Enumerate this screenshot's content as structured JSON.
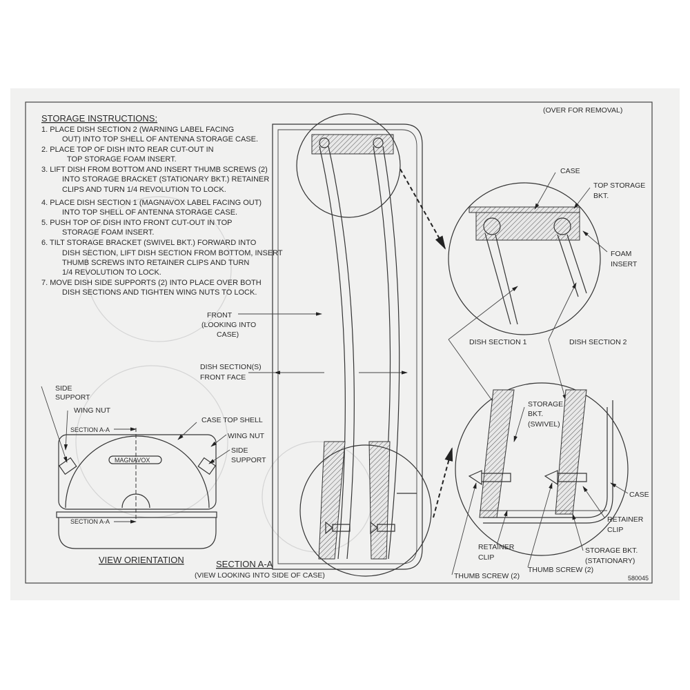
{
  "header_note": "(OVER FOR REMOVAL)",
  "instructions": {
    "title": "STORAGE INSTRUCTIONS:",
    "lines": [
      "1.  PLACE DISH SECTION 2 (WARNING LABEL FACING",
      "OUT) INTO TOP SHELL OF ANTENNA STORAGE CASE.",
      "2.  PLACE TOP OF DISH INTO REAR CUT-OUT IN",
      "TOP STORAGE FOAM INSERT.",
      "3.  LIFT DISH FROM BOTTOM AND INSERT THUMB SCREWS (2)",
      "INTO STORAGE BRACKET (STATIONARY BKT.) RETAINER",
      "CLIPS AND TURN 1/4 REVOLUTION TO LOCK.",
      "4.  PLACE DISH SECTION 1 (MAGNAVOX LABEL FACING OUT)",
      "INTO TOP SHELL OF ANTENNA STORAGE CASE.",
      "5.  PUSH TOP OF DISH INTO FRONT CUT-OUT IN TOP",
      "STORAGE FOAM INSERT.",
      "6.  TILT STORAGE BRACKET (SWIVEL BKT.) FORWARD INTO",
      "DISH SECTION, LIFT DISH SECTION FROM BOTTOM, INSERT",
      "THUMB SCREWS INTO RETAINER CLIPS AND TURN",
      "1/4 REVOLUTION TO LOCK.",
      "7.  MOVE DISH SIDE SUPPORTS (2) INTO PLACE OVER BOTH",
      "DISH SECTIONS AND TIGHTEN WING NUTS TO LOCK."
    ]
  },
  "section_labels": {
    "front": [
      "FRONT",
      "(LOOKING INTO",
      "CASE)"
    ],
    "front_face": [
      "DISH SECTION(S)",
      "FRONT FACE"
    ],
    "section_title": "SECTION A-A",
    "section_sub": "(VIEW LOOKING INTO SIDE OF CASE)"
  },
  "view_orientation": {
    "title": "VIEW ORIENTATION",
    "side_support_left": [
      "SIDE",
      "SUPPORT"
    ],
    "wing_nut_left": "WING NUT",
    "case_top_shell": "CASE TOP SHELL",
    "section_top": "SECTION A-A",
    "wing_nut_right": "WING NUT",
    "side_support_right": [
      "SIDE",
      "SUPPORT"
    ],
    "logo": "MAGNAVOX",
    "section_bottom": "SECTION A-A"
  },
  "detail_labels": {
    "case_top": "CASE",
    "top_storage_bkt": [
      "TOP STORAGE",
      "BKT."
    ],
    "foam_insert": [
      "FOAM",
      "INSERT"
    ],
    "dish_section_1": "DISH SECTION 1",
    "dish_section_2": "DISH SECTION 2",
    "storage_bkt_swivel": [
      "STORAGE",
      "BKT.",
      "(SWIVEL)"
    ],
    "case_bottom": "CASE",
    "retainer_clip_right": [
      "RETAINER",
      "CLIP"
    ],
    "retainer_clip_left": [
      "RETAINER",
      "CLIP"
    ],
    "storage_bkt_stationary": [
      "STORAGE BKT.",
      "(STATIONARY)"
    ],
    "thumb_screw_1": "THUMB SCREW (2)",
    "thumb_screw_2": "THUMB SCREW (2)"
  },
  "drawing_number": "580045"
}
